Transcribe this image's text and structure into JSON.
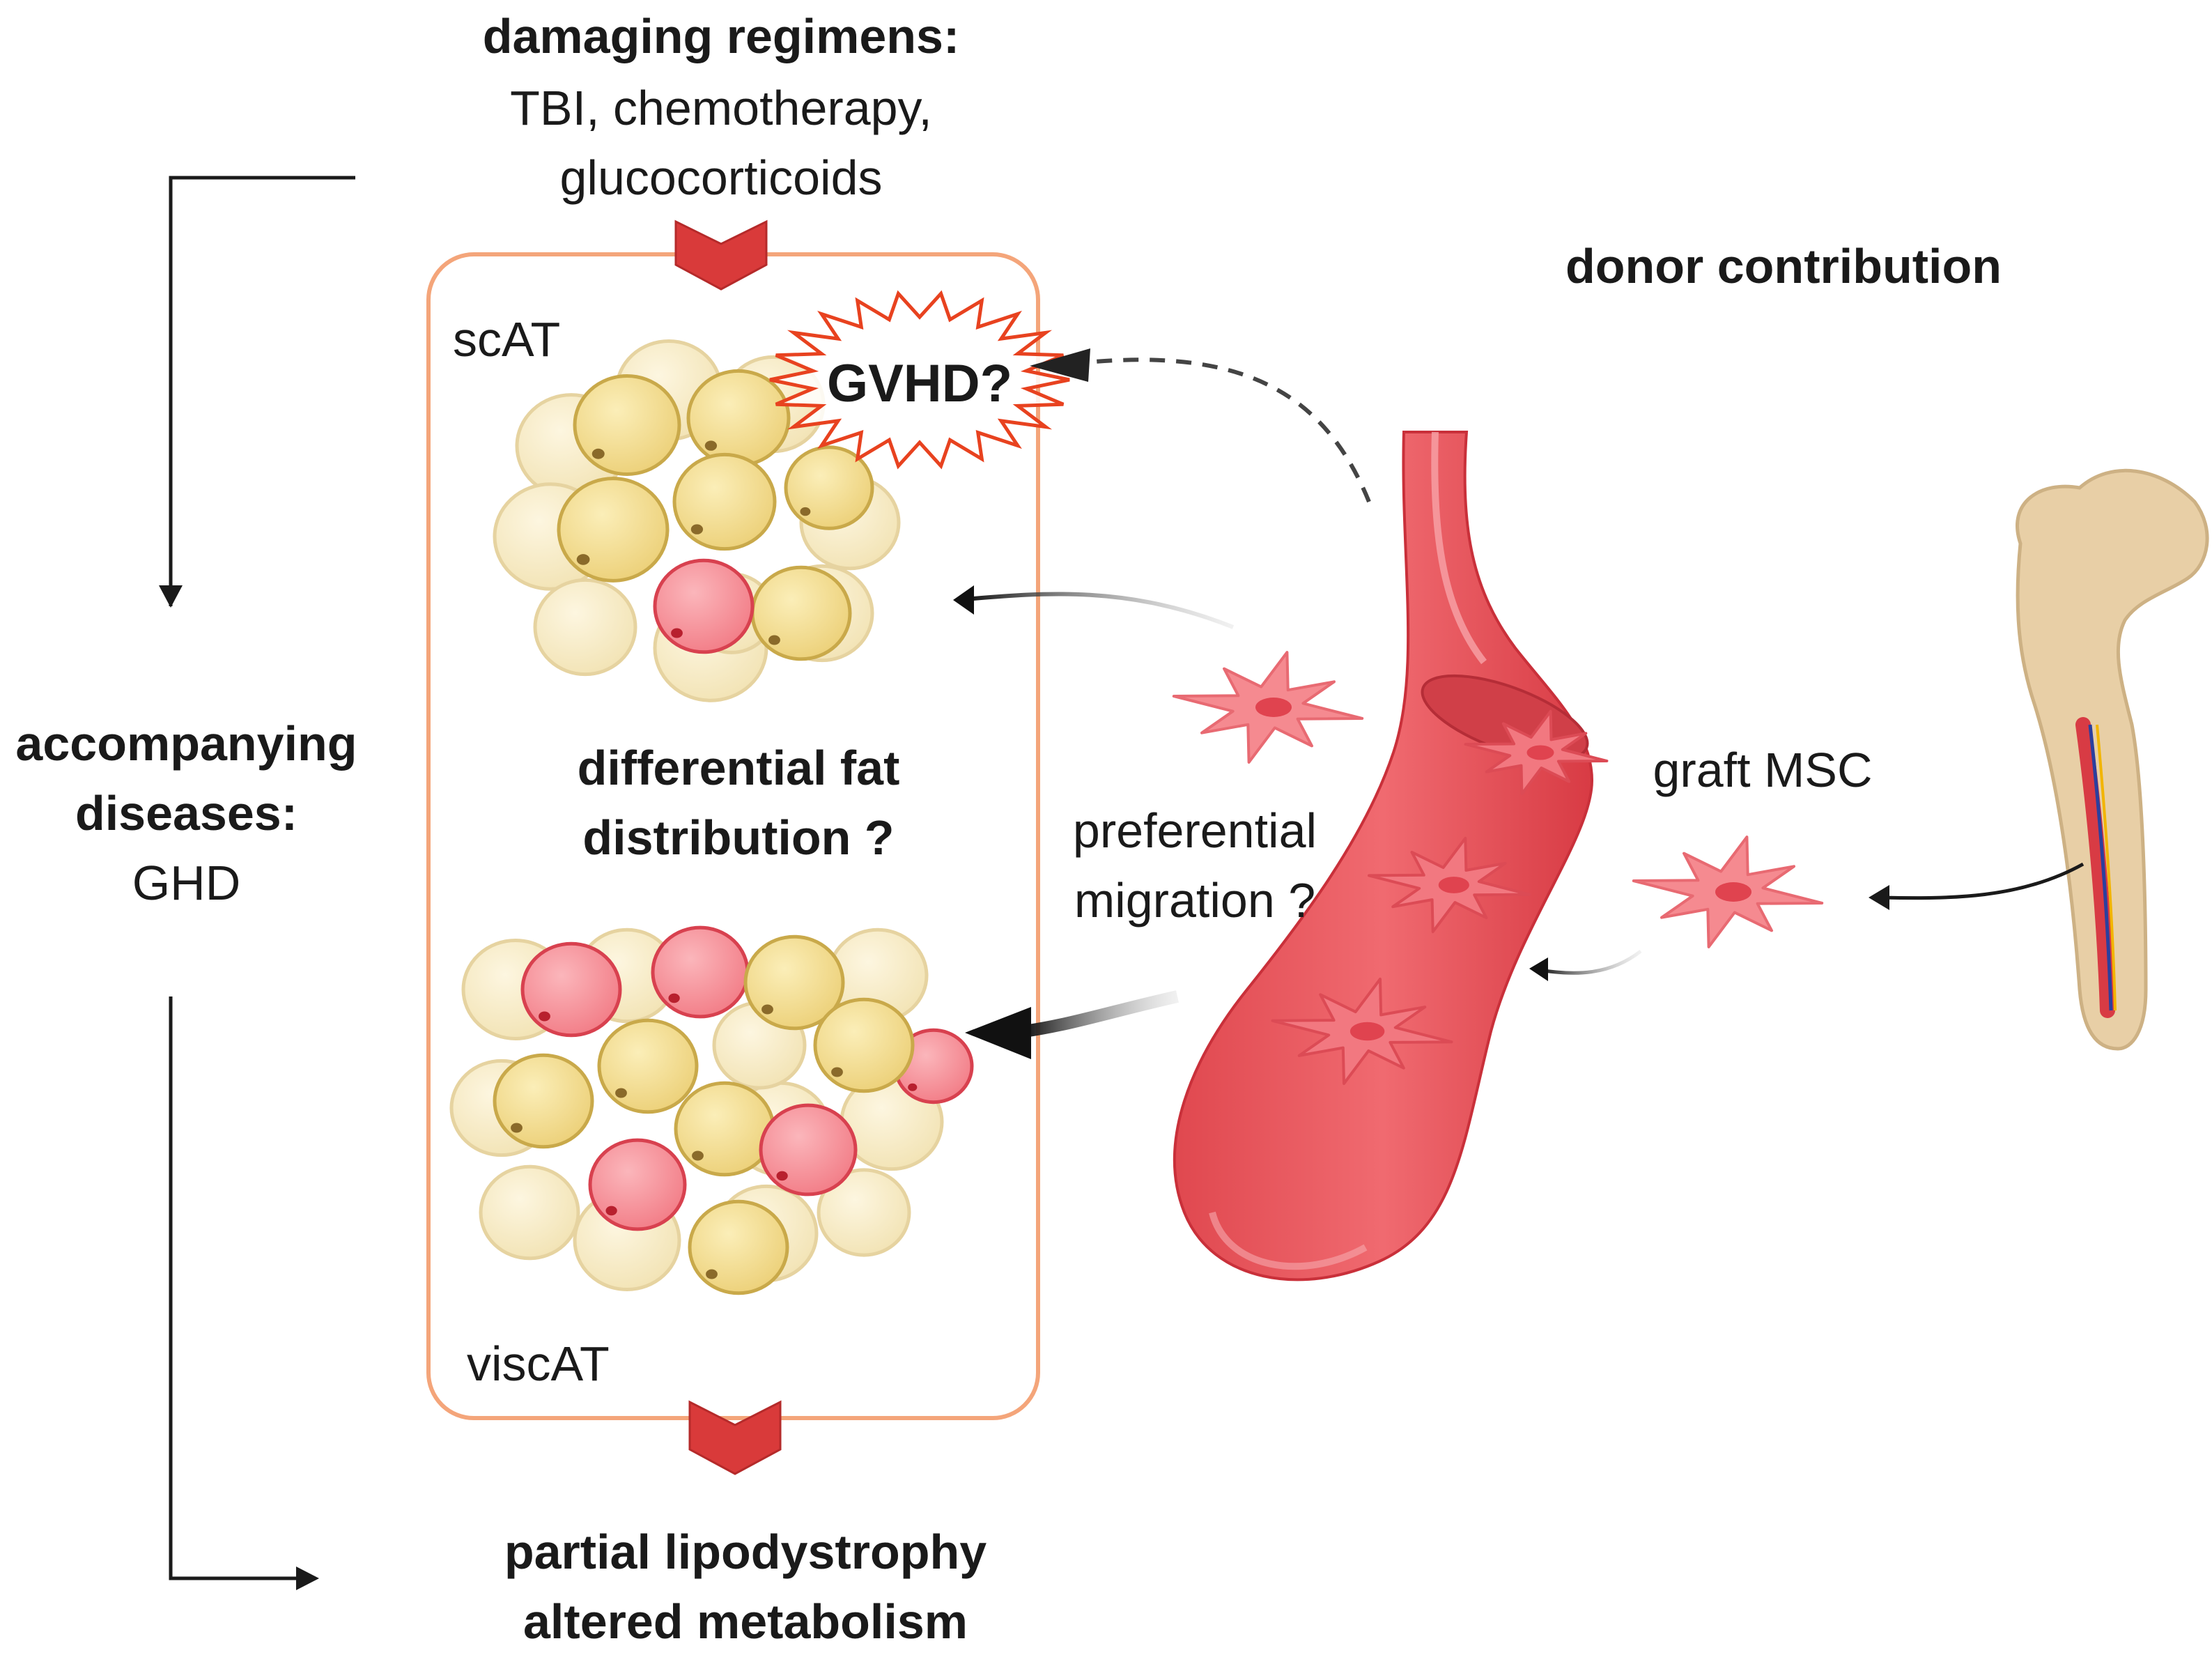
{
  "top_block": {
    "title": "damaging regimens:",
    "line1": "TBI, chemotherapy,",
    "line2": "glucocorticoids"
  },
  "left_block": {
    "title_line1": "accompanying",
    "title_line2": "diseases:",
    "value": "GHD"
  },
  "box": {
    "label_top": "scAT",
    "label_bottom": "viscAT",
    "center_line1": "differential fat",
    "center_line2": "distribution ?",
    "gvhd": "GVHD?"
  },
  "right": {
    "donor": "donor contribution",
    "migration_line1": "preferential",
    "migration_line2": "migration ?",
    "graft": "graft MSC"
  },
  "bottom_block": {
    "line1": "partial lipodystrophy",
    "line2": "altered metabolism"
  },
  "colors": {
    "box_border": "#f4a57a",
    "chevron": "#d93a3a",
    "vessel": "#e85560",
    "adipocyte_yellow": "#f3dc8e",
    "adipocyte_pink": "#f48a93",
    "msc": "#f47f85",
    "bone": "#e8cfa6",
    "gvhd_burst": "#e8421f"
  }
}
